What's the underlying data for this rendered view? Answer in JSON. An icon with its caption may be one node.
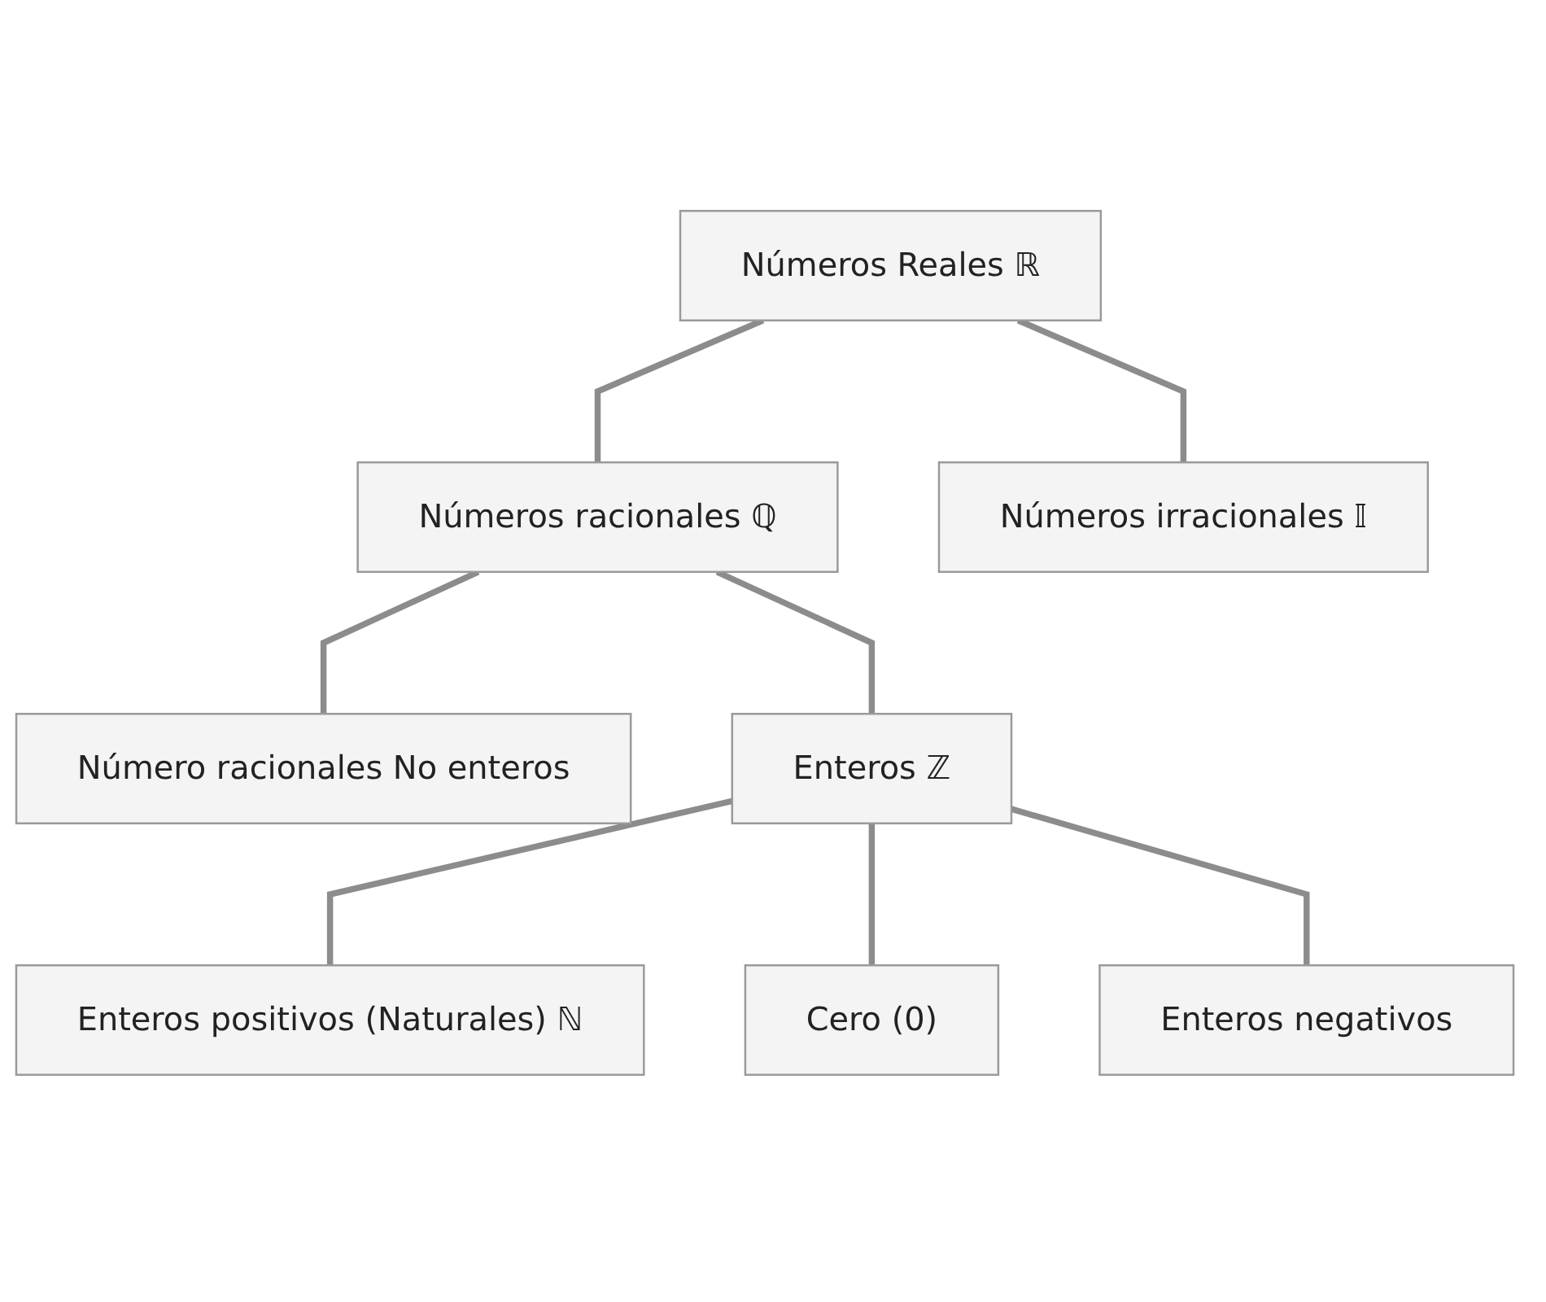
{
  "diagram": {
    "nodes": [
      {
        "text": [
          "Números Reales ℝ"
        ]
      },
      {
        "text": [
          "Números racionales ℚ"
        ]
      },
      {
        "text": [
          "Números irracionales 𝕀"
        ]
      },
      {
        "text": [
          "Número racionales No enteros"
        ]
      },
      {
        "text": [
          "Enteros ℤ"
        ]
      },
      {
        "text": [
          "Enteros positivos (Naturales) ℕ"
        ]
      },
      {
        "text": [
          "Cero (0)"
        ]
      },
      {
        "text": [
          "Enteros negativos"
        ]
      }
    ],
    "edges": [
      {
        "from": 0,
        "to": 1,
        "arrow": "none"
      },
      {
        "from": 0,
        "to": 2,
        "arrow": "none"
      },
      {
        "from": 1,
        "to": 3,
        "arrow": "none"
      },
      {
        "from": 1,
        "to": 4,
        "arrow": "none"
      },
      {
        "from": 4,
        "to": 5,
        "arrow": "none"
      },
      {
        "from": 4,
        "to": 6,
        "arrow": "none"
      },
      {
        "from": 4,
        "to": 7,
        "arrow": "none"
      }
    ]
  }
}
